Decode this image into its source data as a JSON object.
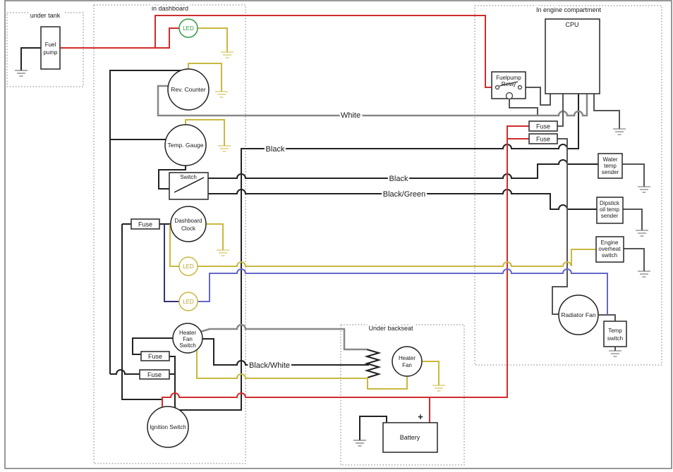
{
  "regions": {
    "under_tank": "under tank",
    "dashboard": "in dashboard",
    "backseat": "Under backseat",
    "engine": "In engine compartment"
  },
  "components": {
    "fuel_pump": [
      "Fuel",
      "pump"
    ],
    "led": "LED",
    "rev_counter": "Rev. Counter",
    "temp_gauge": "Temp. Gauge",
    "gauge_switch": "Switch",
    "fuse": "Fuse",
    "dashboard_clock": [
      "Dashboard",
      "Clock"
    ],
    "heater_fan_switch": [
      "Heater",
      "Fan",
      "Switch"
    ],
    "ignition_switch": "Ignition Switch",
    "fuelpump_relay": [
      "Fuelpump",
      "Relay"
    ],
    "cpu": "CPU",
    "water_temp_sender": [
      "Water",
      "temp",
      "sender"
    ],
    "dipstick_sender": [
      "Dipstick",
      "oil temp",
      "sender"
    ],
    "overheat_switch": [
      "Engine",
      "overheat",
      "switch"
    ],
    "radiator_fan": "Radiator Fan",
    "temp_switch": [
      "Temp",
      "switch"
    ],
    "heater_fan": [
      "Heater",
      "Fan"
    ],
    "battery": "Battery"
  },
  "wire_labels": {
    "white": "White",
    "black_cpu": "Black",
    "black_sender": "Black",
    "black_green": "Black/Green",
    "black_white": "Black/White",
    "battery_positive": "+"
  },
  "colors": {
    "red": "#d02c2c",
    "yellow": "#c9b83e",
    "white_wire_grey": "#888888",
    "blue": "#6666cc",
    "navy": "#333377",
    "led_green": "#339944",
    "black": "#222222"
  }
}
